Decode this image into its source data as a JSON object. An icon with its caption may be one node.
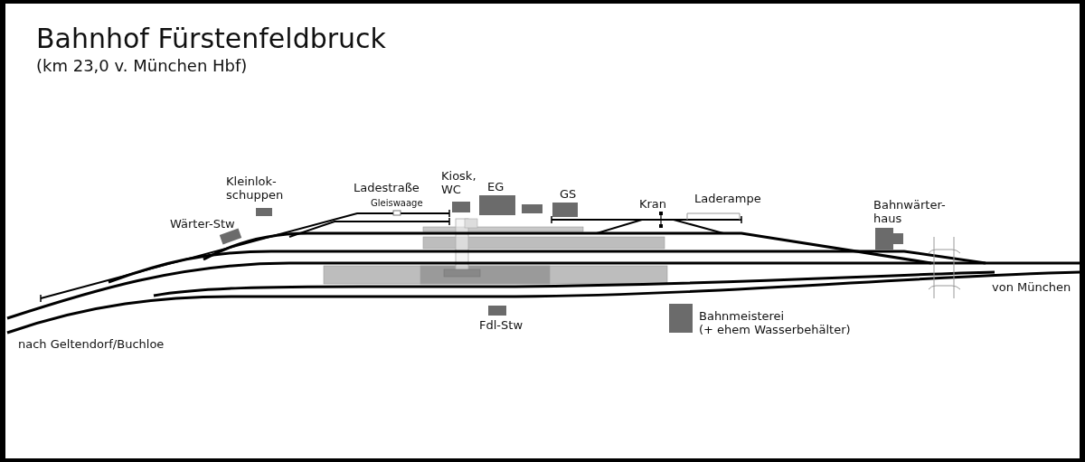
{
  "diagram": {
    "title": "Bahnhof Fürstenfeldbruck",
    "nodes": [
      {
        "text": [
          "Kleinlok- schuppen"
        ]
      },
      {
        "text": [
          "Wärter-Stw"
        ]
      },
      {
        "text": [
          "Kiosk, WC"
        ]
      },
      {
        "text": [
          "EG"
        ]
      },
      {
        "text": [],
        "shape": "box"
      },
      {
        "text": [
          "GS"
        ]
      },
      {
        "text": [
          "Bahnwärter- haus"
        ]
      },
      {
        "text": [
          "Fdl-Stw"
        ]
      },
      {
        "text": [
          "Bahnmeisterei",
          "(+ ehem Wasserbehälter)"
        ]
      }
    ],
    "edges": [],
    "labels": [
      "(km 23,0 v. München Hbf)",
      "Ladestraße",
      "Laderampe",
      "Kran",
      "Gleiswaage",
      "von München",
      "nach Geltendorf/Buchloe"
    ]
  }
}
